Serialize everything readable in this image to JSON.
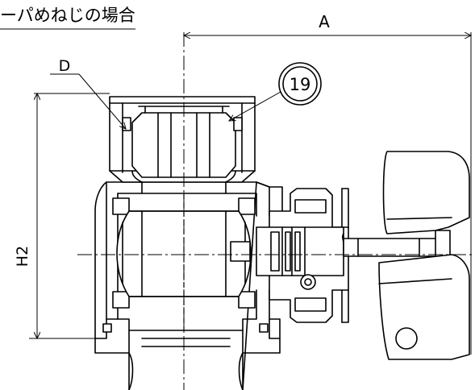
{
  "caption": "ーパめねじの場合",
  "labels": {
    "dim_a": "A",
    "dim_h2": "H2",
    "callout_d": "D",
    "part_number": "19"
  }
}
